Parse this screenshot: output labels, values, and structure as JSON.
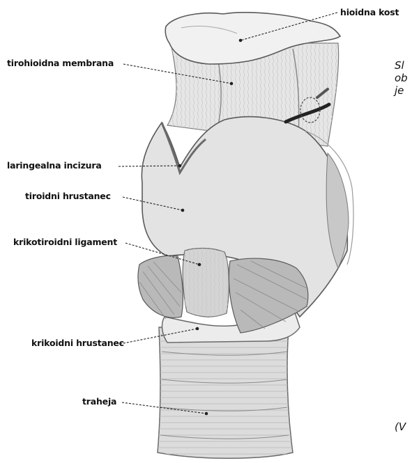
{
  "labels": {
    "hyoid_bone": "hioidna kost",
    "thyrohyoid_membrane": "tirohioidna membrana",
    "laryngeal_notch": "laringealna incizura",
    "thyroid_cartilage": "tiroidni hrustanec",
    "cricothyroid_ligament": "krikotiroidni ligament",
    "cricoid_cartilage": "krikoidni hrustanec",
    "trachea": "traheja"
  },
  "caption": {
    "line1": "Sl",
    "line2": "ob",
    "line3": "je",
    "source": "(V"
  }
}
